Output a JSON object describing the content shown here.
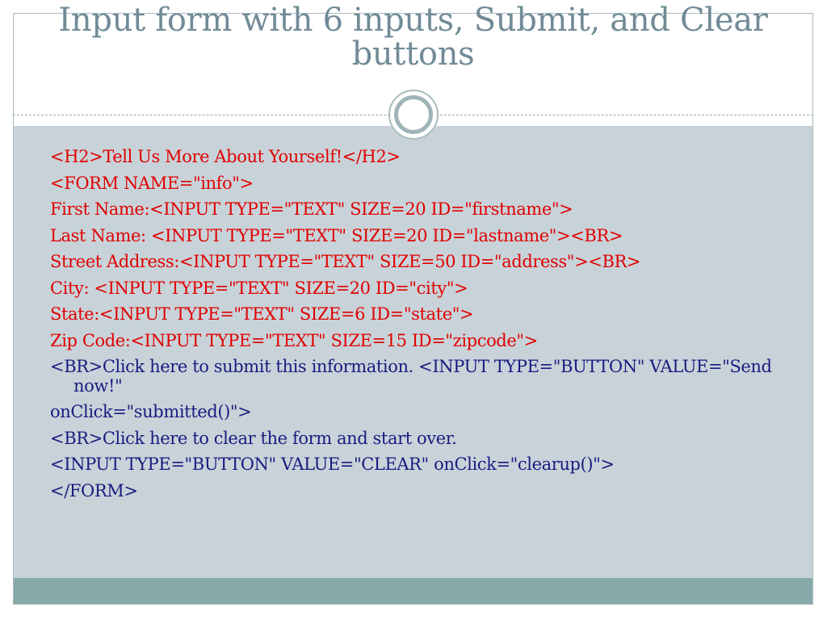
{
  "slide": {
    "title": "Input form with 6 inputs, Submit, and Clear buttons"
  },
  "colors": {
    "title": "#718b97",
    "content_panel": "#c8d3d9",
    "bottom_band": "#87a9aa",
    "code_red": "#e00000",
    "code_blue": "#1c1a80"
  },
  "icons": {
    "divider_ornament": "circle-ornament-icon"
  },
  "code_lines": [
    {
      "text": "<H2>Tell Us More About Yourself!</H2>",
      "color": "red"
    },
    {
      "text": "<FORM NAME=\"info\">",
      "color": "red"
    },
    {
      "text": "First Name:<INPUT TYPE=\"TEXT\" SIZE=20 ID=\"firstname\">",
      "color": "red"
    },
    {
      "text": "Last Name: <INPUT TYPE=\"TEXT\" SIZE=20 ID=\"lastname\"><BR>",
      "color": "red"
    },
    {
      "text": "Street Address:<INPUT TYPE=\"TEXT\" SIZE=50 ID=\"address\"><BR>",
      "color": "red"
    },
    {
      "text": "City: <INPUT TYPE=\"TEXT\" SIZE=20 ID=\"city\">",
      "color": "red"
    },
    {
      "text": "State:<INPUT TYPE=\"TEXT\" SIZE=6 ID=\"state\">",
      "color": "red"
    },
    {
      "text": "Zip Code:<INPUT TYPE=\"TEXT\" SIZE=15 ID=\"zipcode\">",
      "color": "red"
    },
    {
      "text": "<BR>Click here to submit this information. <INPUT TYPE=\"BUTTON\" VALUE=\"Send now!\"",
      "color": "blue"
    },
    {
      "text": "onClick=\"submitted()\">",
      "color": "blue"
    },
    {
      "text": "<BR>Click here to clear the form and start over.",
      "color": "blue"
    },
    {
      "text": "<INPUT TYPE=\"BUTTON\" VALUE=\"CLEAR\" onClick=\"clearup()\">",
      "color": "blue"
    },
    {
      "text": "</FORM>",
      "color": "blue"
    }
  ]
}
